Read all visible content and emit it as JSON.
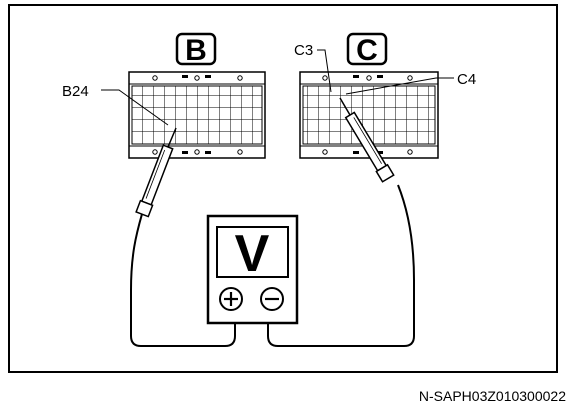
{
  "diagram": {
    "connectors": [
      {
        "id": "B",
        "label": "B"
      },
      {
        "id": "C",
        "label": "C"
      }
    ],
    "terminals": {
      "b24": "B24",
      "c3": "C3",
      "c4": "C4"
    },
    "meter": {
      "symbol": "V",
      "positive": "+",
      "negative": "−"
    },
    "figure_code": "N-SAPH03Z010300022"
  }
}
